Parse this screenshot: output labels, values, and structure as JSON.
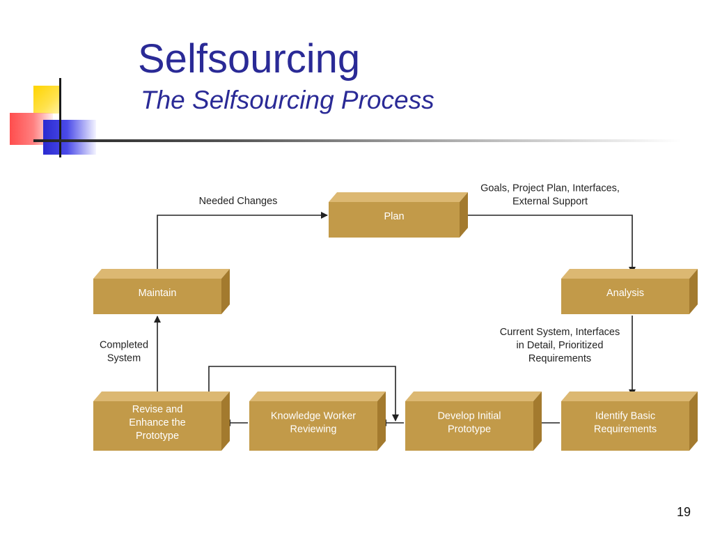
{
  "slide": {
    "title": "Selfsourcing",
    "subtitle": "The Selfsourcing Process",
    "page_number": "19"
  },
  "colors": {
    "title": "#2a2a96",
    "box_front": "#c29a49",
    "box_top": "#dcb872",
    "box_side": "#a37a2e",
    "arrow": "#222222"
  },
  "diagram": {
    "boxes": {
      "plan": [
        "Plan"
      ],
      "analysis": [
        "Analysis"
      ],
      "maintain": [
        "Maintain"
      ],
      "identify": [
        "Identify Basic",
        "Requirements"
      ],
      "develop": [
        "Develop Initial",
        "Prototype"
      ],
      "review": [
        "Knowledge Worker",
        "Reviewing"
      ],
      "revise": [
        "Revise and",
        "Enhance the",
        "Prototype"
      ]
    },
    "edge_labels": {
      "needed_changes": [
        "Needed Changes"
      ],
      "goals": [
        "Goals, Project Plan, Interfaces,",
        "External Support"
      ],
      "current_system": [
        "Current System, Interfaces",
        "in Detail, Prioritized",
        "Requirements"
      ],
      "completed": [
        "Completed",
        "System"
      ]
    }
  }
}
